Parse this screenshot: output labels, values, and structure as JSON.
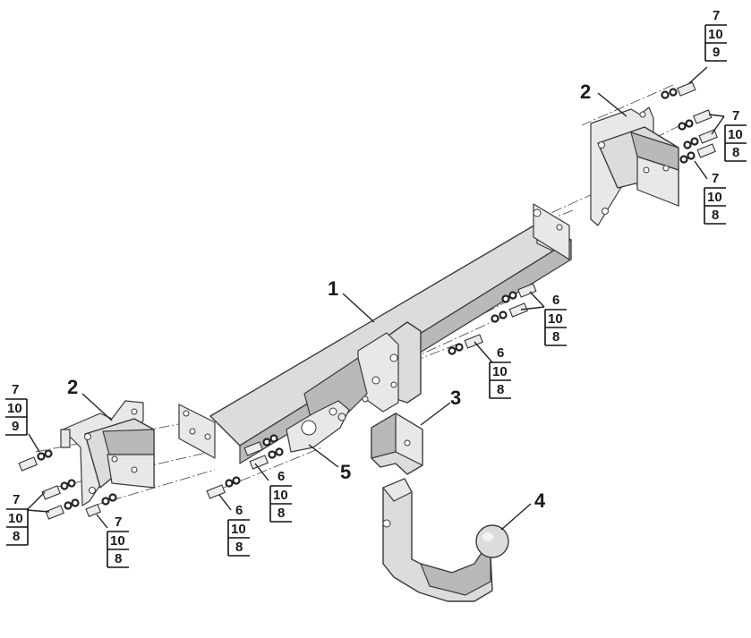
{
  "callouts": {
    "c1": "1",
    "c2_right": "2",
    "c2_left": "2",
    "c3": "3",
    "c4": "4",
    "c5": "5"
  },
  "fixings": {
    "f1": {
      "top": "7",
      "mid": "10",
      "bot": "9"
    },
    "f2": {
      "top": "7",
      "mid": "10",
      "bot": "8"
    },
    "f3": {
      "top": "7",
      "mid": "10",
      "bot": "8"
    },
    "f4": {
      "top": "6",
      "mid": "10",
      "bot": "8"
    },
    "f5": {
      "top": "6",
      "mid": "10",
      "bot": "8"
    },
    "f6": {
      "top": "7",
      "mid": "10",
      "bot": "9"
    },
    "f7": {
      "top": "7",
      "mid": "10",
      "bot": "8"
    },
    "f8": {
      "top": "7",
      "mid": "10",
      "bot": "8"
    },
    "f9": {
      "top": "6",
      "mid": "10",
      "bot": "8"
    },
    "f10": {
      "top": "6",
      "mid": "10",
      "bot": "8"
    }
  }
}
